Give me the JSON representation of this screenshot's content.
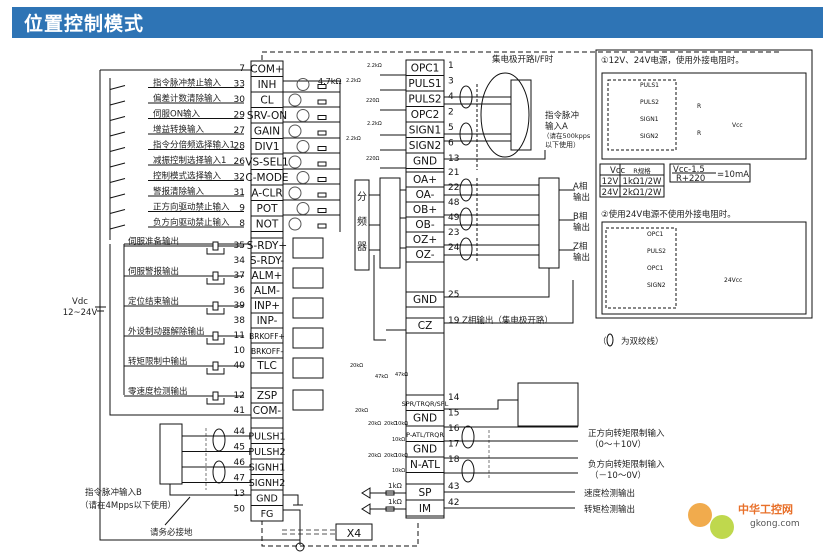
{
  "title": "位置控制模式",
  "connector": {
    "name": "X4",
    "left_pins": [
      {
        "num": "7",
        "name": "COM+",
        "label": ""
      },
      {
        "num": "33",
        "name": "INH",
        "label": "指令脉冲禁止输入"
      },
      {
        "num": "30",
        "name": "CL",
        "label": "偏差计数清除输入"
      },
      {
        "num": "29",
        "name": "SRV-ON",
        "label": "伺服ON输入"
      },
      {
        "num": "27",
        "name": "GAIN",
        "label": "增益转换输入"
      },
      {
        "num": "28",
        "name": "DIV1",
        "label": "指令分倍频选择输入1"
      },
      {
        "num": "26",
        "name": "VS-SEL1",
        "label": "减振控制选择输入1"
      },
      {
        "num": "32",
        "name": "C-MODE",
        "label": "控制模式选择输入"
      },
      {
        "num": "31",
        "name": "A-CLR",
        "label": "警报清除输入"
      },
      {
        "num": "9",
        "name": "POT",
        "label": "正方向驱动禁止输入"
      },
      {
        "num": "8",
        "name": "NOT",
        "label": "负方向驱动禁止输入"
      }
    ],
    "input_resistor": "4.7kΩ",
    "output_pins": [
      {
        "num": "35",
        "name": "S-RDY+",
        "label": "伺服准备输出"
      },
      {
        "num": "34",
        "name": "S-RDY-",
        "label": ""
      },
      {
        "num": "37",
        "name": "ALM+",
        "label": "伺服警报输出"
      },
      {
        "num": "36",
        "name": "ALM-",
        "label": ""
      },
      {
        "num": "39",
        "name": "INP+",
        "label": "定位结束输出"
      },
      {
        "num": "38",
        "name": "INP-",
        "label": ""
      },
      {
        "num": "11",
        "name": "BRKOFF+",
        "label": "外设制动器解除输出"
      },
      {
        "num": "10",
        "name": "BRKOFF-",
        "label": ""
      },
      {
        "num": "40",
        "name": "TLC",
        "label": "转矩限制中输出"
      },
      {
        "num": "",
        "name": "",
        "label": ""
      },
      {
        "num": "12",
        "name": "ZSP",
        "label": "零速度检测输出"
      },
      {
        "num": "41",
        "name": "COM-",
        "label": ""
      }
    ],
    "vdc_label": "Vdc",
    "vdc_range": "12~24V",
    "pulse_b_pins": [
      {
        "num": "44",
        "name": "PULSH1"
      },
      {
        "num": "45",
        "name": "PULSH2"
      },
      {
        "num": "46",
        "name": "SIGNH1"
      },
      {
        "num": "47",
        "name": "SIGNH2"
      },
      {
        "num": "13",
        "name": "GND"
      },
      {
        "num": "50",
        "name": "FG"
      }
    ],
    "pulse_b_label": "指令脉冲输入B",
    "pulse_b_note": "（请在4Mpps以下使用）",
    "ground_note": "请务必接地",
    "right_pins_top": [
      {
        "num": "1",
        "name": "OPC1"
      },
      {
        "num": "3",
        "name": "PULS1"
      },
      {
        "num": "4",
        "name": "PULS2"
      },
      {
        "num": "2",
        "name": "OPC2"
      },
      {
        "num": "5",
        "name": "SIGN1"
      },
      {
        "num": "6",
        "name": "SIGN2"
      },
      {
        "num": "13",
        "name": "GND"
      }
    ],
    "encoder_pins": [
      {
        "num": "21",
        "name": "OA+"
      },
      {
        "num": "22",
        "name": "OA-"
      },
      {
        "num": "48",
        "name": "OB+"
      },
      {
        "num": "49",
        "name": "OB-"
      },
      {
        "num": "23",
        "name": "OZ+"
      },
      {
        "num": "24",
        "name": "OZ-"
      }
    ],
    "gnd25": {
      "num": "25",
      "name": "GND"
    },
    "cz": {
      "num": "19",
      "name": "CZ",
      "label": "Z相输出（集电极开路）"
    },
    "analog_pins": [
      {
        "num": "14",
        "name": "SPR/TRQR/SPL"
      },
      {
        "num": "15",
        "name": "GND"
      },
      {
        "num": "16",
        "name": "P-ATL/TRQR"
      },
      {
        "num": "17",
        "name": "GND"
      },
      {
        "num": "18",
        "name": "N-ATL"
      }
    ],
    "monitor_pins": [
      {
        "num": "43",
        "name": "SP",
        "label": "速度检测输出",
        "resistor": "1kΩ"
      },
      {
        "num": "42",
        "name": "IM",
        "label": "转矩检测输出",
        "resistor": "1kΩ"
      }
    ]
  },
  "annotations": {
    "open_collector": "集电极开路I/F时",
    "pulse_a_label": "指令脉冲输入A",
    "pulse_a_note1": "（请在500kpps",
    "pulse_a_note2": "以下使用）",
    "divider": [
      "分",
      "频",
      "器"
    ],
    "phase_a": [
      "A相",
      "输出"
    ],
    "phase_b": [
      "B相",
      "输出"
    ],
    "phase_z": [
      "Z相",
      "输出"
    ],
    "pos_torque": "正方向转矩限制输入",
    "pos_torque_range": "（0～＋10V）",
    "neg_torque": "负方向转矩限制输入",
    "neg_torque_range": "（－10～0V）",
    "twisted_pair": "为双绞线）",
    "twisted_pair_open": "（"
  },
  "res_values": {
    "r22k": "2.2kΩ",
    "r220": "220Ω",
    "r20k": "20kΩ",
    "r10k": "10kΩ",
    "r47k": "47kΩ",
    "r1k": "1kΩ"
  },
  "notes_box": {
    "heading1": "①12V、24V电源，使用外接电阻时。",
    "heading2": "②使用24V电源不使用外接电阻时。",
    "table_headers": [
      "Vcc",
      "R规格"
    ],
    "table_rows": [
      [
        "12V",
        "1kΩ1/2W"
      ],
      [
        "24V",
        "2kΩ1/2W"
      ]
    ],
    "formula_num": "Vcc-1.5",
    "formula_den": "R+220",
    "formula_result": "=10mA",
    "pin_labels1": [
      "PULS1",
      "PULS2",
      "SIGN1",
      "SIGN2"
    ],
    "pin_labels2": [
      "OPC1",
      "PULS2",
      "OPC1",
      "SIGN2"
    ],
    "r_label": "R",
    "vcc_label": "Vcc",
    "vcc24_label": "24Vcc"
  },
  "watermark": {
    "brand": "中华工控网",
    "domain": "gkong.com"
  }
}
